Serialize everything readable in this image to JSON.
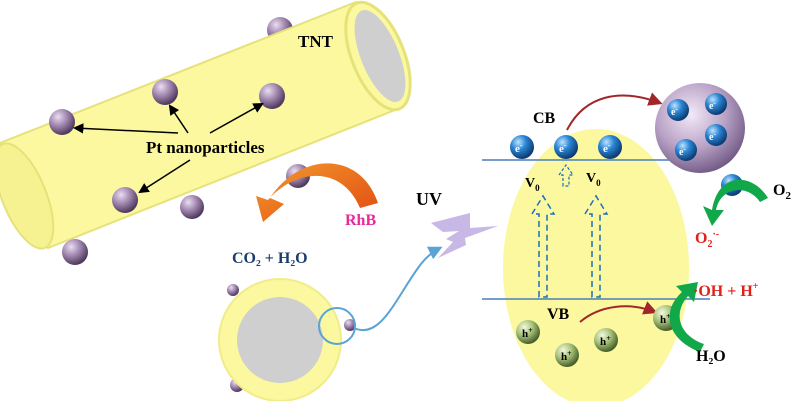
{
  "labels": {
    "tnt": "TNT",
    "pt_nanoparticles": "Pt nanoparticles",
    "rhb": "RhB",
    "co2_h2o": "CO₂ + H₂O",
    "uv": "UV",
    "cb": "CB",
    "vb": "VB",
    "v0": "V",
    "v0_sub": "0",
    "electron": "e",
    "electron_sup": "-",
    "hole": "h",
    "hole_sup": "+",
    "o2": "O",
    "o2_sub": "2",
    "superoxide": "O",
    "superoxide_sub": "2",
    "superoxide_sup": "·-",
    "hydroxyl": "·OH + H",
    "hydroxyl_sup": "+",
    "h2o": "H₂O"
  },
  "colors": {
    "tube_fill": "#fbf8a0",
    "tube_stroke": "#e6e27a",
    "tube_inner": "#cfcfcf",
    "nanoparticle": "#9f86a8",
    "electron_blue": "#1f78c8",
    "hole_green": "#9bb56a",
    "band_line": "#4a7fb5",
    "arrow_orange": "#e8661b",
    "arrow_green": "#11a84a",
    "arrow_red": "#a0262a",
    "arrow_light_blue": "#5aa3d6",
    "rhb_pink": "#e8299a",
    "o2_red": "#e0201a",
    "uv_bolt": "#c7b8e6",
    "dark_blue_text": "#1b3f6b"
  }
}
